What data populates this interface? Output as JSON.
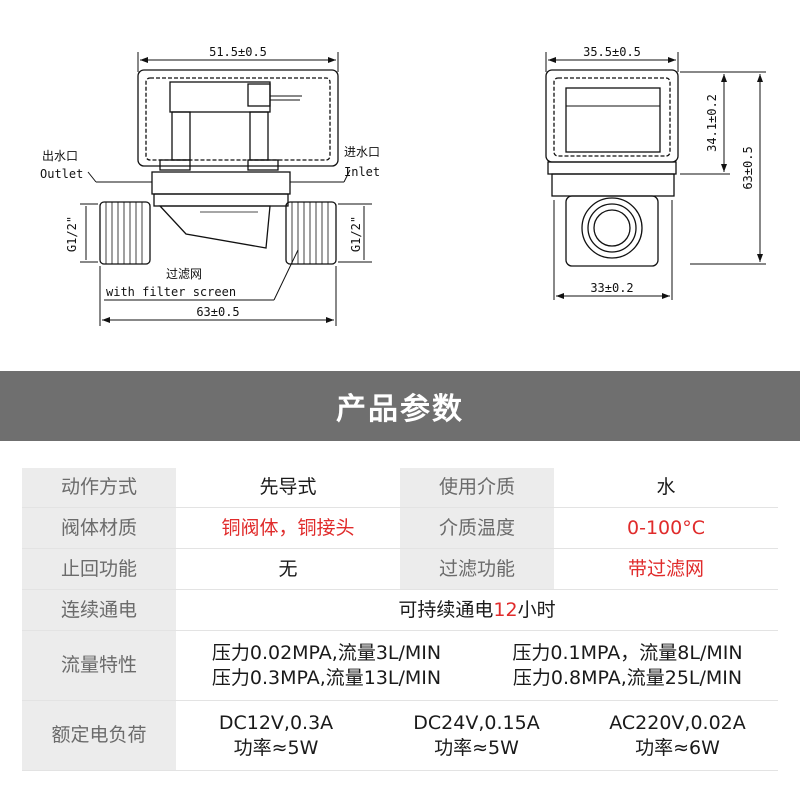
{
  "drawing": {
    "left_view": {
      "top_width": "51.5±0.5",
      "outlet_cn": "出水口",
      "outlet_en": "Outlet",
      "inlet_cn": "进水口",
      "inlet_en": "Inlet",
      "thread_left": "G1/2\"",
      "thread_right": "G1/2\"",
      "filter_cn": "过滤网",
      "filter_en": "with filter screen",
      "bottom_width": "63±0.5"
    },
    "right_view": {
      "top_width": "35.5±0.5",
      "height_upper": "34.1±0.2",
      "height_total": "63±0.5",
      "bottom_width": "33±0.2"
    }
  },
  "banner": {
    "title": "产品参数"
  },
  "specs": {
    "action_label": "动作方式",
    "action_value": "先导式",
    "medium_label": "使用介质",
    "medium_value": "水",
    "body_label": "阀体材质",
    "body_value": "铜阀体，铜接头",
    "temp_label": "介质温度",
    "temp_value": "0-100°C",
    "check_label": "止回功能",
    "check_value": "无",
    "filter_label": "过滤功能",
    "filter_value": "带过滤网",
    "continuous_label": "连续通电",
    "continuous_prefix": "可持续通电",
    "continuous_hours": "12",
    "continuous_suffix": "小时",
    "flow_label": "流量特性",
    "flow_1": "压力0.02MPA,流量3L/MIN",
    "flow_2": "压力0.1MPA，流量8L/MIN",
    "flow_3": "压力0.3MPA,流量13L/MIN",
    "flow_4": "压力0.8MPA,流量25L/MIN",
    "load_label": "额定电负荷",
    "load_1_volt": "DC12V,0.3A",
    "load_1_power": "功率≈5W",
    "load_2_volt": "DC24V,0.15A",
    "load_2_power": "功率≈5W",
    "load_3_volt": "AC220V,0.02A",
    "load_3_power": "功率≈6W"
  },
  "colors": {
    "banner": "#6f6f6f",
    "header_cell": "#ececec",
    "accent_red": "#e02b2b"
  }
}
